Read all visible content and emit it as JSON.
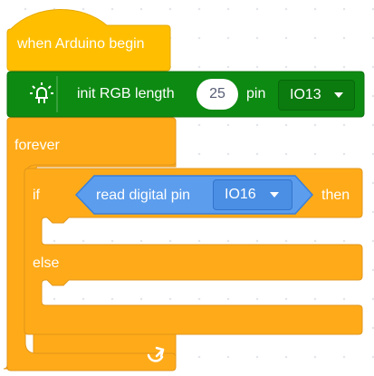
{
  "blocks": {
    "hat": {
      "label": "when Arduino begin"
    },
    "rgb": {
      "label": "init RGB length",
      "length_value": "25",
      "pin_label": "pin",
      "pin_value": "IO13",
      "icon": "rgb-led-icon"
    },
    "forever": {
      "label": "forever",
      "loop_icon": "loop-arrow-icon"
    },
    "if_else": {
      "if_label": "if",
      "then_label": "then",
      "else_label": "else",
      "condition": {
        "label": "read digital pin",
        "pin_value": "IO16"
      }
    }
  },
  "colors": {
    "event": "#ffbf00",
    "rgb_block": "#0d8a12",
    "control": "#ffab19",
    "sensing": "#5c9ded"
  }
}
